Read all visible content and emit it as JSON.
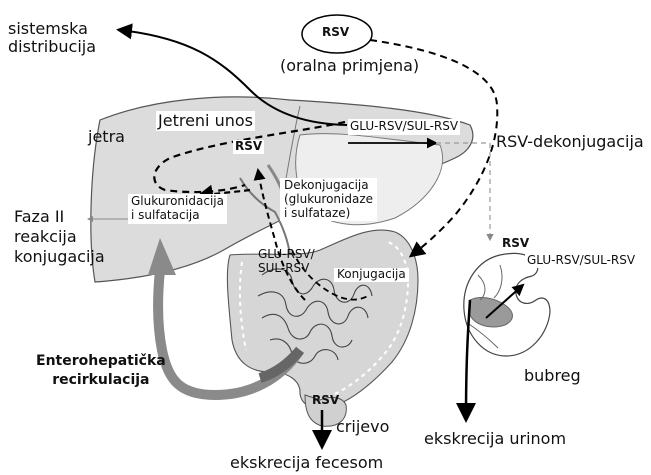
{
  "labels": {
    "systemic_distribution": "sistemska\ndistribucija",
    "rsv_top": "RSV",
    "oral_administration": "(oralna primjena)",
    "liver": "jetra",
    "hepatic_uptake": "Jetreni unos",
    "glu_sul_top": "GLU-RSV/SUL-RSV",
    "rsv_deconjugation": "RSV-dekonjugacija",
    "rsv_in_liver": "RSV",
    "deconjugation_detail": "Dekonjugacija\n(glukuronidaze\ni sulfataze)",
    "glucuronidation": "Glukuronidacija\ni sulfatacija",
    "phase_two": "Faza II\nreakcija\nkonjugacija",
    "glu_sul_intestine": "GLU-RSV/\nSUL-RSV",
    "conjugation": "Konjugacija",
    "rsv_kidney": "RSV",
    "glu_sul_kidney": "GLU-RSV/SUL-RSV",
    "kidney": "bubreg",
    "enterohepatic": "Enterohepatička\nrecirkulacija",
    "rsv_intestine": "RSV",
    "intestine": "crijevo",
    "urine_excretion": "ekskrecija urinom",
    "fecal_excretion": "ekskrecija fecesom"
  },
  "colors": {
    "organ_fill": "#dcdcdc",
    "organ_stroke": "#555555",
    "arrow": "#000000",
    "gray_arrow": "#8a8a8a",
    "kidney_center": "#9a9a9a"
  }
}
